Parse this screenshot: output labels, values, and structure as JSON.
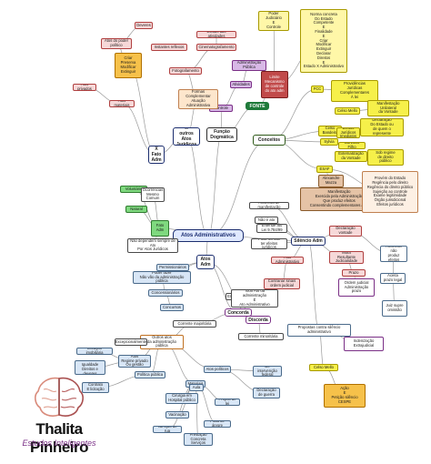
{
  "diagram": {
    "center": "Atos Administrativos",
    "hubs": {
      "conceitos": "Conceitos",
      "funcao_dogmatica": "Função\nDogmática",
      "atos_adm": "Atos\nAdm",
      "concorda": "Concorda",
      "discorda": "Discorda",
      "silencio_adm": "Silêncio Adm",
      "fato_adm": "X\nFato\nAdm",
      "x_outros_atos": "X\noutros\nAtos Jurídicos",
      "fonte": "FONTE"
    },
    "nodes": [
      {
        "id": "poder_judiciario",
        "label": "Poder Judiciário\nE\nControle"
      },
      {
        "id": "norma_concreta",
        "label": "Norma concreta\nDo Estado\nCompetente\nE\nFinalidade\nE\nCriar\nModificar\nExtinguir\nDeclarar\nDireitos\nE\nEstado X Administrativo"
      },
      {
        "id": "limite_controle",
        "label": "Limite\nMecanismo\nde controle\ndo ato adm"
      },
      {
        "id": "administracao_publica",
        "label": "Administração\nPública"
      },
      {
        "id": "atividades",
        "label": "Atividades"
      },
      {
        "id": "controle",
        "label": "Controle"
      },
      {
        "id": "providencias",
        "label": "Providências\nJurídicas\nComplementares\nÀ lei"
      },
      {
        "id": "manifestacao_vontade",
        "label": "Manifestação\nUnilateral\nda Vontade"
      },
      {
        "id": "celso_mello",
        "label": "Celso Mello"
      },
      {
        "id": "declaracao_estado",
        "label": "Declaração\nDo Estado ou\nde quem o\nrepresente"
      },
      {
        "id": "celso_bandeira",
        "label": "Celso\nBandeira"
      },
      {
        "id": "efeitos_juridicos",
        "label": "Efeitos Jurídicos\nImediatos"
      },
      {
        "id": "sylvia",
        "label": "Sylvia"
      },
      {
        "id": "carvalho_filho",
        "label": "Carvalho Filho"
      },
      {
        "id": "externalizacao_vontade",
        "label": "Externalização\nda Vontade"
      },
      {
        "id": "agentes_publicos",
        "label": "Sob regime\nde direito\npúblico"
      },
      {
        "id": "fcc",
        "label": "FCC"
      },
      {
        "id": "esaf",
        "label": "ESAF"
      },
      {
        "id": "cespe",
        "label": "Alexandre\nMazza"
      },
      {
        "id": "manifestacao_exercida",
        "label": "Manifestação\nExercida pela Administração\nQue produz efeitos\nConsentindo complementares a lei"
      },
      {
        "id": "provem_estado",
        "label": "Provém do Estado\nRegência pelo direito\nRegência do direito público\nSujeição ao controle\nExame legitimidade\nÓrgão jurisdicional\nEfeitos jurídicos"
      },
      {
        "id": "deveres",
        "label": "Deveres"
      },
      {
        "id": "atos_poder_politico",
        "label": "Atos do poder\npolítico"
      },
      {
        "id": "instantes_reflexos",
        "label": "Instantes reflexos"
      },
      {
        "id": "estudo_atividades",
        "label": "Estudo das atividades"
      },
      {
        "id": "cinematografia",
        "label": "Cinematografamento"
      },
      {
        "id": "fotografamento",
        "label": "Fotografamento"
      },
      {
        "id": "formas_atuacao",
        "label": "Formas\nComplementar\nAtuação\nAdministrativa"
      },
      {
        "id": "produz_efeitos",
        "label": "Criar\nPreserva\nModificar\nExtinguir"
      },
      {
        "id": "atos_materiais",
        "label": "Atos materiais"
      },
      {
        "id": "atos_privados",
        "label": "Atos privados"
      },
      {
        "id": "fatos_adm",
        "label": "Fato\nAdm"
      },
      {
        "id": "natural",
        "label": "Natural"
      },
      {
        "id": "voluntario",
        "label": "Voluntário"
      },
      {
        "id": "ocorrencias",
        "label": "Ocorrências\nMesmo\nComum"
      },
      {
        "id": "nao_dependem",
        "label": "Não dependem sempre de Ato\nPor Atos Jurídicos"
      },
      {
        "id": "permissionarios",
        "label": "Permissionários"
      },
      {
        "id": "poder_fazer",
        "label": "Poder fazer\nNão vão da administração pública"
      },
      {
        "id": "concessionarios",
        "label": "Concessionários"
      },
      {
        "id": "concursos",
        "label": "Concursos"
      },
      {
        "id": "entendimento",
        "label": "Entendimento"
      },
      {
        "id": "todo_ato",
        "label": "Todo Ato da administração\nÉ\nAto Administrativo"
      },
      {
        "id": "corrente_majoritaria",
        "label": "Corrente majoritária"
      },
      {
        "id": "corrente_minoritaria",
        "label": "Corrente minoritária"
      },
      {
        "id": "outros_atos",
        "label": "Outros atos\nda administração pública"
      },
      {
        "id": "excepcionalmente",
        "label": "Excepcionalmente"
      },
      {
        "id": "locacao",
        "label": "Locação imobiliária"
      },
      {
        "id": "atos_regime",
        "label": "Atos\nRegime privado\nOu gestão"
      },
      {
        "id": "sem_fim",
        "label": "Sem fim lucro/\nIgualdade\nDireitos e deveres"
      },
      {
        "id": "politica_publica",
        "label": "Política pública"
      },
      {
        "id": "contrato",
        "label": "Contrato\nE licitação"
      },
      {
        "id": "atos_politicos",
        "label": "Atos políticos"
      },
      {
        "id": "de_intervencao",
        "label": "De intervenção\nfederal"
      },
      {
        "id": "declaracao_guerra",
        "label": "Declaração\nde guerra"
      },
      {
        "id": "materiais",
        "label": "Materiais"
      },
      {
        "id": "cirurgia",
        "label": "Cirurgia em\nHospital público"
      },
      {
        "id": "aula",
        "label": "Aula"
      },
      {
        "id": "projeto_lei",
        "label": "Projeto de lei"
      },
      {
        "id": "vacinacao",
        "label": "Vacinação"
      },
      {
        "id": "varricao",
        "label": "Varrição de rua"
      },
      {
        "id": "poda",
        "label": "Poda de árvore"
      },
      {
        "id": "prestacao",
        "label": "Prestação\nConcreta\nServiços"
      },
      {
        "id": "silencio_nao_ato",
        "label": "Não é ato"
      },
      {
        "id": "pode_ou_nao",
        "label": "Pode ou não\nter efeitos jurídicos"
      },
      {
        "id": "ausencia_manifestacao",
        "label": "Ausência de manifestação"
      },
      {
        "id": "entende_ato",
        "label": "Entende ato\nLei 9.784/99"
      },
      {
        "id": "omissao",
        "label": "Fato\nAdministrativo"
      },
      {
        "id": "contrariar_ordem",
        "label": "Contrariar sinais\nordem judicial"
      },
      {
        "id": "declaracao_vontade",
        "label": "Declaração\nvontade"
      },
      {
        "id": "mora",
        "label": "Mora\nResultante\nJudicialidade"
      },
      {
        "id": "prazo",
        "label": "Prazo"
      },
      {
        "id": "ordem_judicial",
        "label": "Ordem judicial\nAdministração\nprazo"
      },
      {
        "id": "ausencia_efeitos",
        "label": "Ausência\nnão\nproduz efeitos"
      },
      {
        "id": "acao_judicial",
        "label": "Aceita\nprazo legal"
      },
      {
        "id": "juiz_supre",
        "label": "Juiz supre\nomissão"
      },
      {
        "id": "propostas_contra",
        "label": "Propostas contra silêncio\nadministrativo"
      },
      {
        "id": "indenizacao",
        "label": "Indenização\nExtrajudicial"
      },
      {
        "id": "celso_mello2",
        "label": "Celso Mello"
      },
      {
        "id": "acao_silencio",
        "label": "Ação\nE\nPetição silêncio\nCESPE"
      }
    ],
    "brand": {
      "name": "Thalita Pinheiro",
      "tagline": "Estudos Inteligentes"
    }
  }
}
